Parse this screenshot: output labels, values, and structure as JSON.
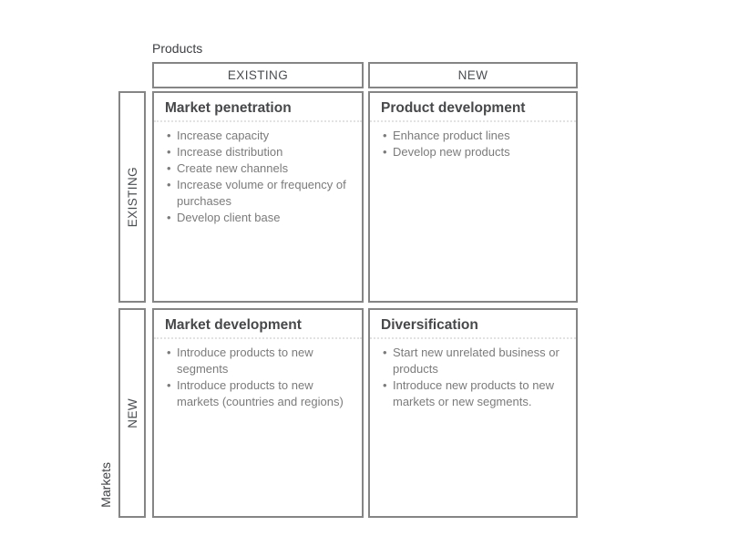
{
  "axes": {
    "products_label": "Products",
    "markets_label": "Markets",
    "product_columns": [
      "EXISTING",
      "NEW"
    ],
    "market_rows": [
      "EXISTING",
      "NEW"
    ]
  },
  "quadrants": [
    {
      "position": "products-existing / markets-existing",
      "title": "Market penetration",
      "items": [
        "Increase capacity",
        "Increase distribution",
        "Create new channels",
        "Increase volume or frequency of purchases",
        "Develop client base"
      ]
    },
    {
      "position": "products-new / markets-existing",
      "title": "Product development",
      "items": [
        "Enhance product lines",
        "Develop new products"
      ]
    },
    {
      "position": "products-existing / markets-new",
      "title": "Market development",
      "items": [
        "Introduce products to new segments",
        "Introduce products to new markets (countries and regions)"
      ]
    },
    {
      "position": "products-new / markets-new",
      "title": "Diversification",
      "items": [
        "Start new unrelated business or products",
        "Introduce new products to new markets or new segments."
      ]
    }
  ],
  "colors": {
    "background": "#ffffff",
    "border_gray": "#858585",
    "title_text": "#47484a",
    "body_text": "#7b7b7b",
    "dotted_divider": "#e2e2e2"
  }
}
